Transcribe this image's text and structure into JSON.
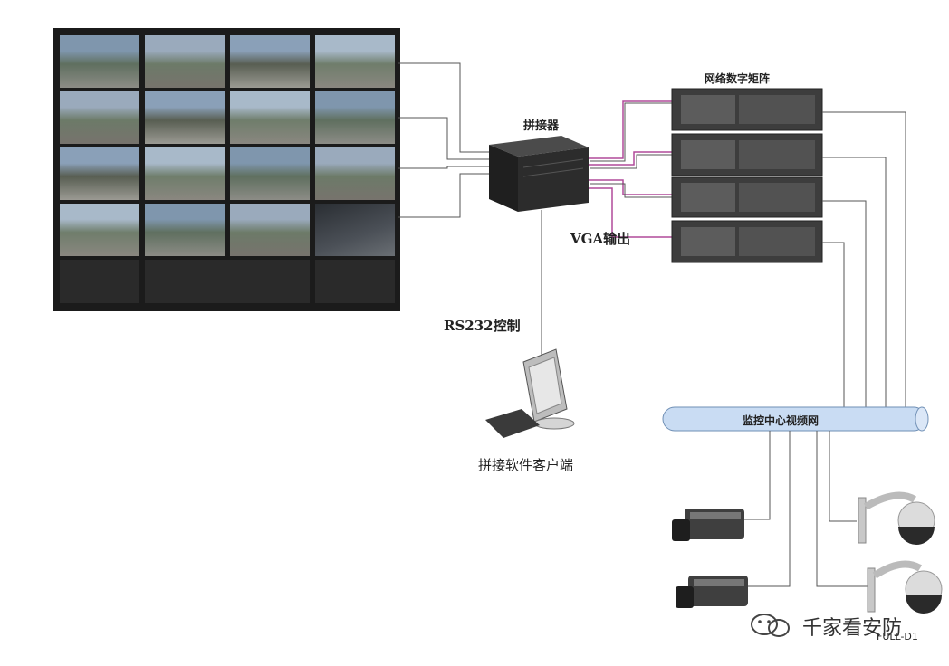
{
  "diagram": {
    "splicer_label": "拼接器",
    "matrix_label": "网络数字矩阵",
    "vga_label": "VGA输出",
    "rs232_label": "RS232控制",
    "client_label": "拼接软件客户端",
    "network_label": "监控中心视频网",
    "camera_model_label": "FULL-D1",
    "watermark": "千家看安防"
  },
  "colors": {
    "link_line": "#555555",
    "vga_link": "#b04a9a",
    "network_bus": "#c9dcf3",
    "device_dark": "#2a2a2a"
  }
}
